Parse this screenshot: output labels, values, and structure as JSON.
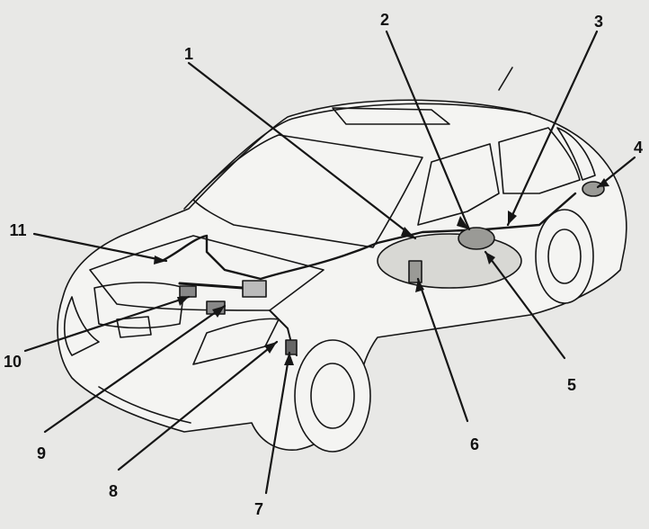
{
  "diagram": {
    "labels": [
      {
        "id": "c1",
        "text": "1"
      },
      {
        "id": "c2",
        "text": "2"
      },
      {
        "id": "c3",
        "text": "3"
      },
      {
        "id": "c4",
        "text": "4"
      },
      {
        "id": "c5",
        "text": "5"
      },
      {
        "id": "c6",
        "text": "6"
      },
      {
        "id": "c7",
        "text": "7"
      },
      {
        "id": "c8",
        "text": "8"
      },
      {
        "id": "c9",
        "text": "9"
      },
      {
        "id": "c10",
        "text": "10"
      },
      {
        "id": "c11",
        "text": "11"
      }
    ],
    "colors": {
      "line": "#161616",
      "paper": "#e8e8e6",
      "body": "#f4f4f2"
    }
  }
}
